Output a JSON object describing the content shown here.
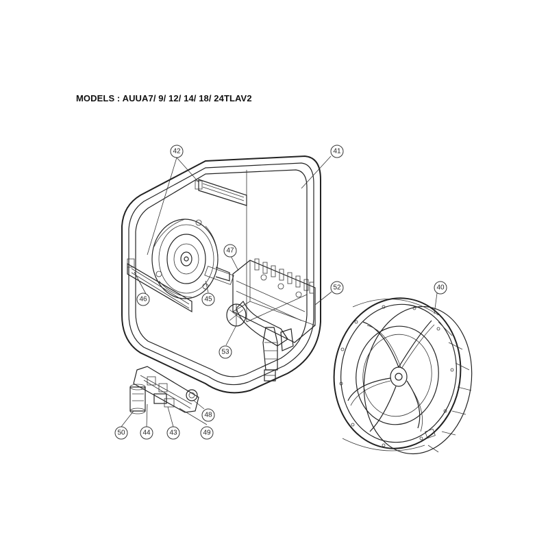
{
  "title": "MODELS : AUUA7/ 9/ 12/ 14/ 18/ 24TLAV2",
  "highlight_color": "#f2e600",
  "callouts": [
    {
      "id": "42",
      "label": "42",
      "highlighted": false
    },
    {
      "id": "41",
      "label": "41",
      "highlighted": false
    },
    {
      "id": "47",
      "label": "47",
      "highlighted": false
    },
    {
      "id": "52",
      "label": "52",
      "highlighted": false
    },
    {
      "id": "46",
      "label": "46",
      "highlighted": false
    },
    {
      "id": "45",
      "label": "45",
      "highlighted": false
    },
    {
      "id": "53",
      "label": "53",
      "highlighted": false
    },
    {
      "id": "40",
      "label": "40",
      "highlighted": false
    },
    {
      "id": "48",
      "label": "48",
      "highlighted": false
    },
    {
      "id": "50",
      "label": "50",
      "highlighted": false
    },
    {
      "id": "44",
      "label": "44",
      "highlighted": false
    },
    {
      "id": "43",
      "label": "43",
      "highlighted": false
    },
    {
      "id": "49",
      "label": "49",
      "highlighted": true
    }
  ]
}
